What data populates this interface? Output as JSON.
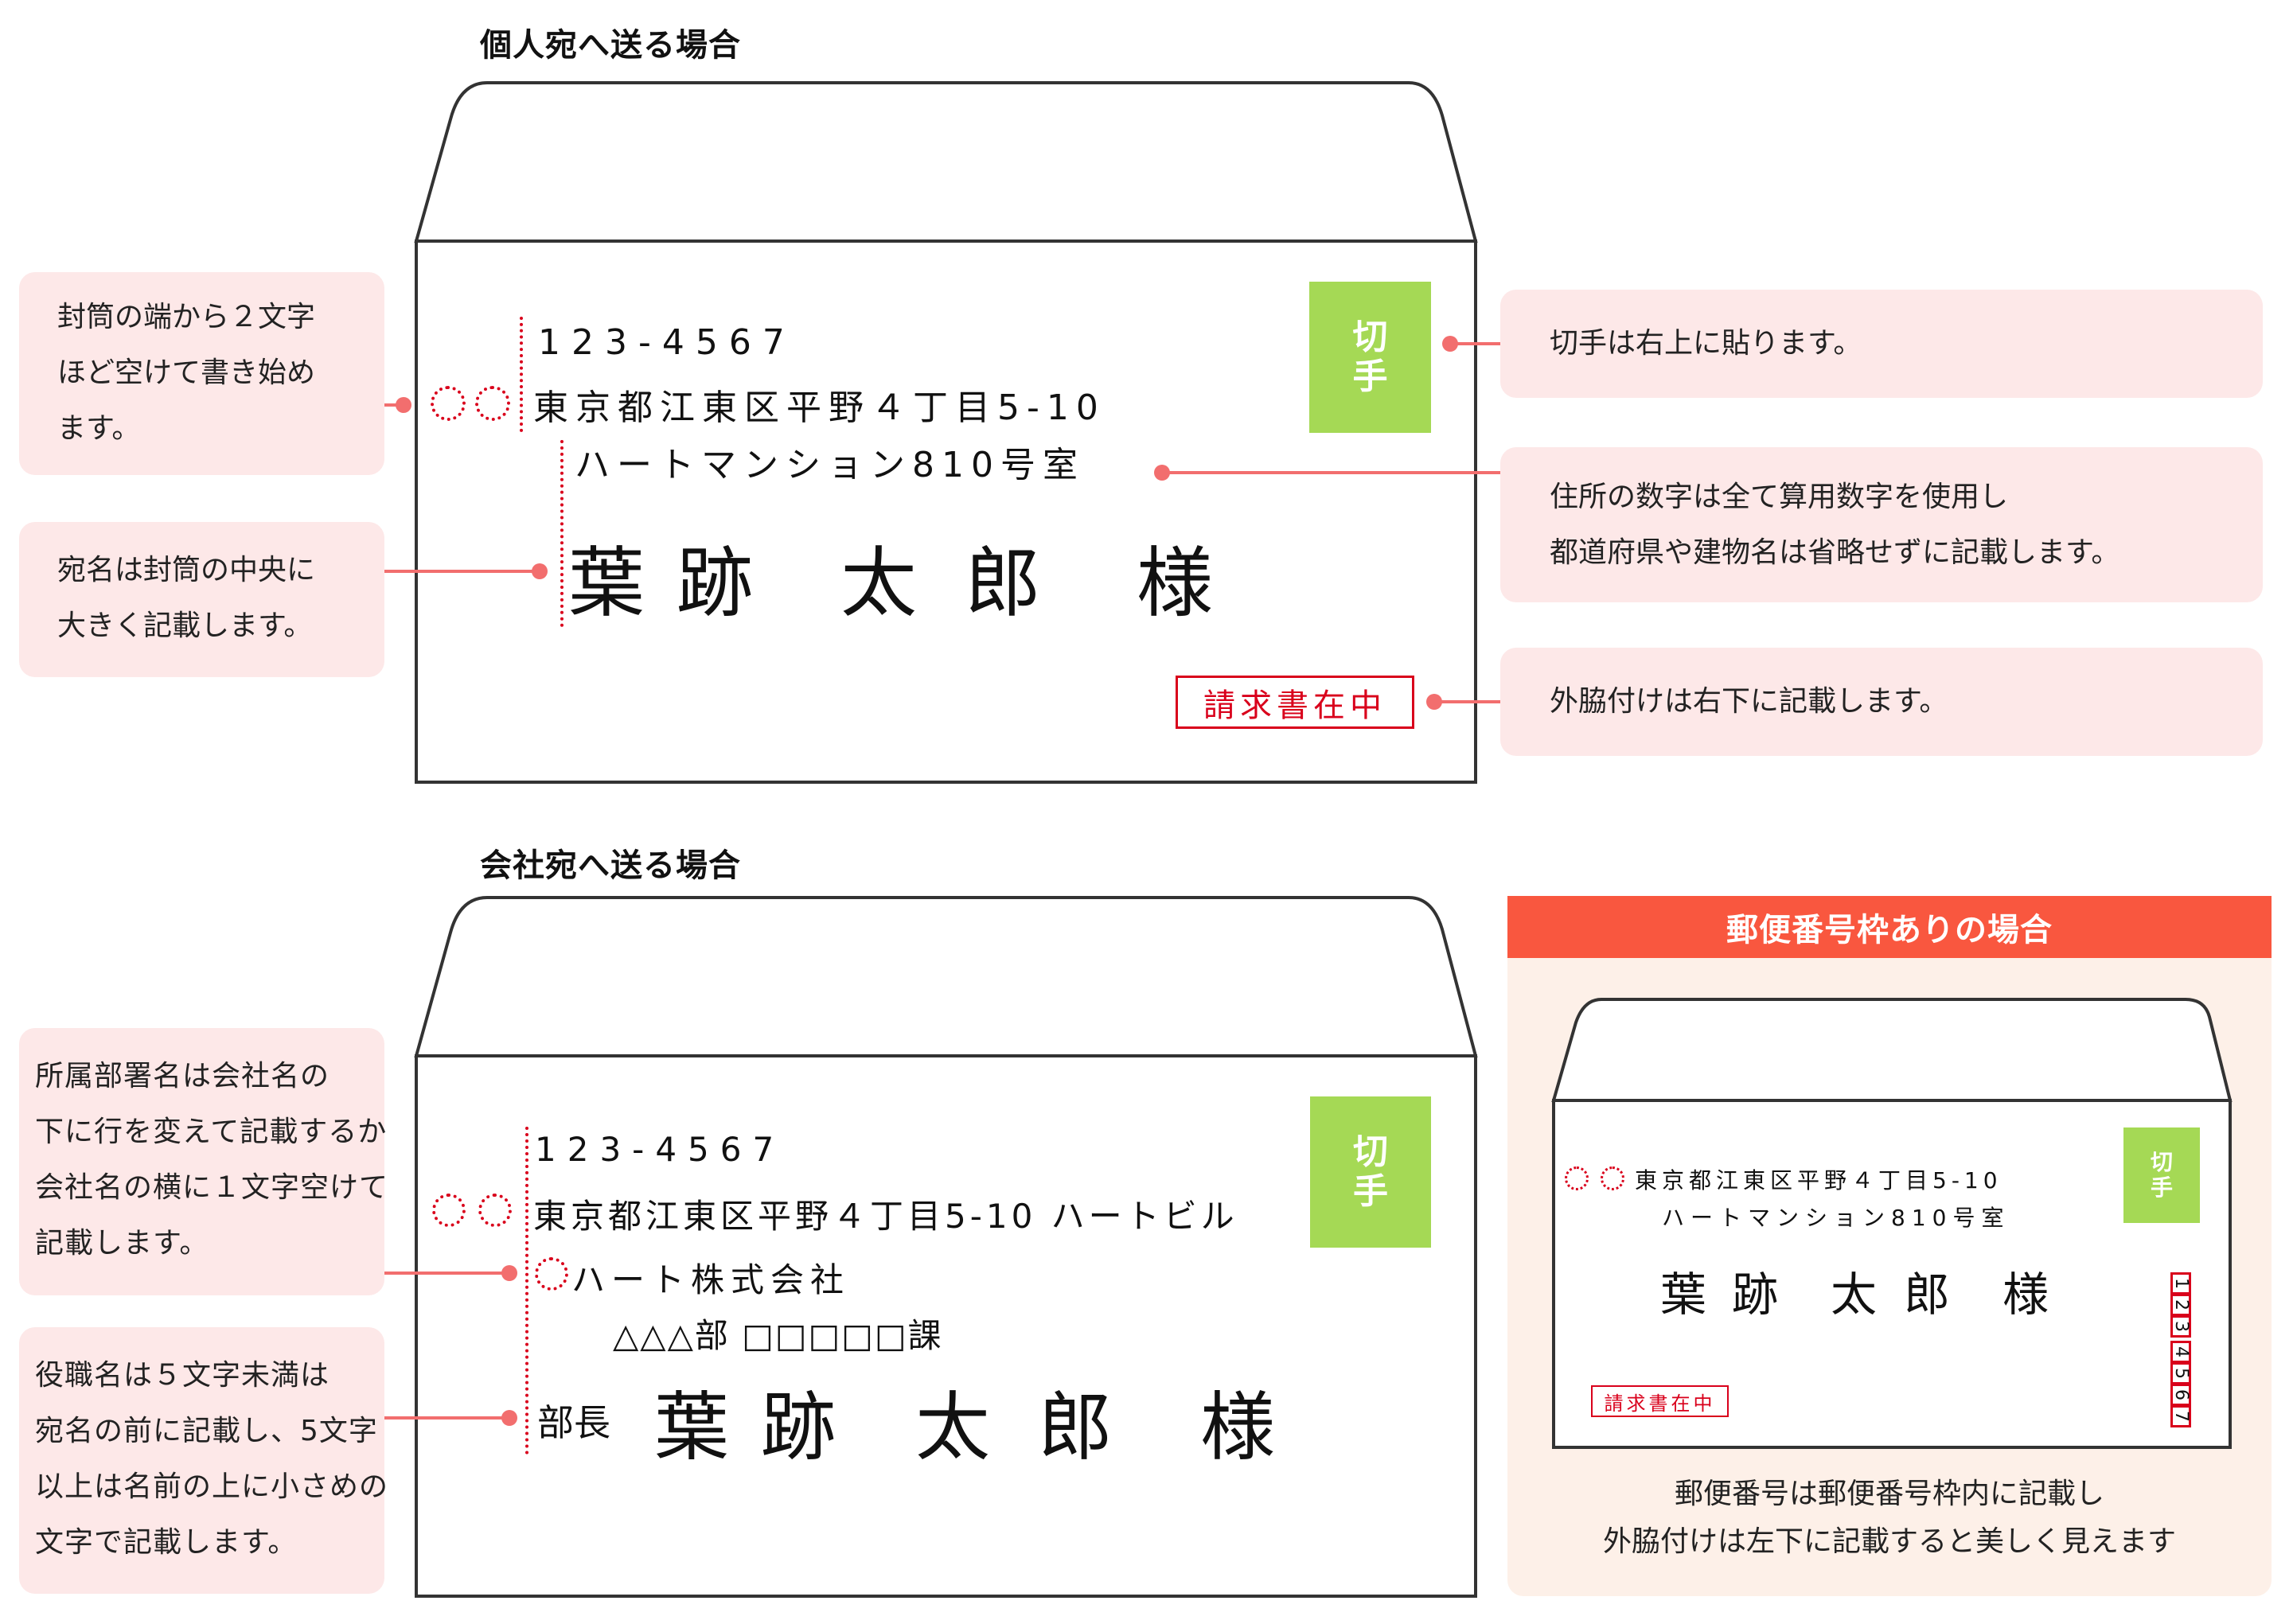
{
  "sections": {
    "personal_title": "個人宛へ送る場合",
    "company_title": "会社宛へ送る場合"
  },
  "colors": {
    "callout_bg": "#fde8e8",
    "connector": "#f26e6e",
    "dotted_red": "#d9001b",
    "stamp_green": "#a5d955",
    "panel_header": "#f9573f",
    "panel_bg": "#fdf0e8",
    "envelope_stroke": "#333333"
  },
  "personal_envelope": {
    "postal_code": "123-4567",
    "address_line1": "東京都江東区平野４丁目5-10",
    "address_line2": "ハートマンション810号室",
    "recipient_name": "葉跡　太郎　様",
    "name_parts": [
      "葉",
      "跡",
      "太",
      "郎",
      "様"
    ],
    "stamp_chars": [
      "切",
      "手"
    ],
    "enclosure_label": "請求書在中"
  },
  "personal_callouts": {
    "left": [
      {
        "lines": [
          "封筒の端から２文字",
          "ほど空けて書き始め",
          "ます。"
        ]
      },
      {
        "lines": [
          "宛名は封筒の中央に",
          "大きく記載します。"
        ]
      }
    ],
    "right": [
      {
        "lines": [
          "切手は右上に貼ります。"
        ]
      },
      {
        "lines": [
          "住所の数字は全て算用数字を使用し",
          "都道府県や建物名は省略せずに記載します。"
        ]
      },
      {
        "lines": [
          "外脇付けは右下に記載します。"
        ]
      }
    ]
  },
  "company_envelope": {
    "postal_code": "123-4567",
    "address_line1": "東京都江東区平野４丁目5-10 ハートビル",
    "company_name": "ハート株式会社",
    "department": "△△△部 □□□□□課",
    "job_title": "部長",
    "name_parts": [
      "葉",
      "跡",
      "太",
      "郎",
      "様"
    ],
    "stamp_chars": [
      "切",
      "手"
    ]
  },
  "company_callouts": [
    {
      "lines": [
        "所属部署名は会社名の",
        "下に行を変えて記載するか",
        "会社名の横に１文字空けて",
        "記載します。"
      ]
    },
    {
      "lines": [
        "役職名は５文字未満は",
        "宛名の前に記載し、5文字",
        "以上は名前の上に小さめの",
        "文字で記載します。"
      ]
    }
  ],
  "postal_frame_panel": {
    "header": "郵便番号枠ありの場合",
    "address_line1": "東京都江東区平野４丁目5-10",
    "address_line2": "ハートマンション810号室",
    "name_parts": [
      "葉",
      "跡",
      "太",
      "郎",
      "様"
    ],
    "stamp_chars": [
      "切",
      "手"
    ],
    "enclosure_label": "請求書在中",
    "postal_digits": [
      "1",
      "2",
      "3",
      "4",
      "5",
      "6",
      "7"
    ],
    "caption_lines": [
      "郵便番号は郵便番号枠内に記載し",
      "外脇付けは左下に記載すると美しく見えます"
    ]
  }
}
